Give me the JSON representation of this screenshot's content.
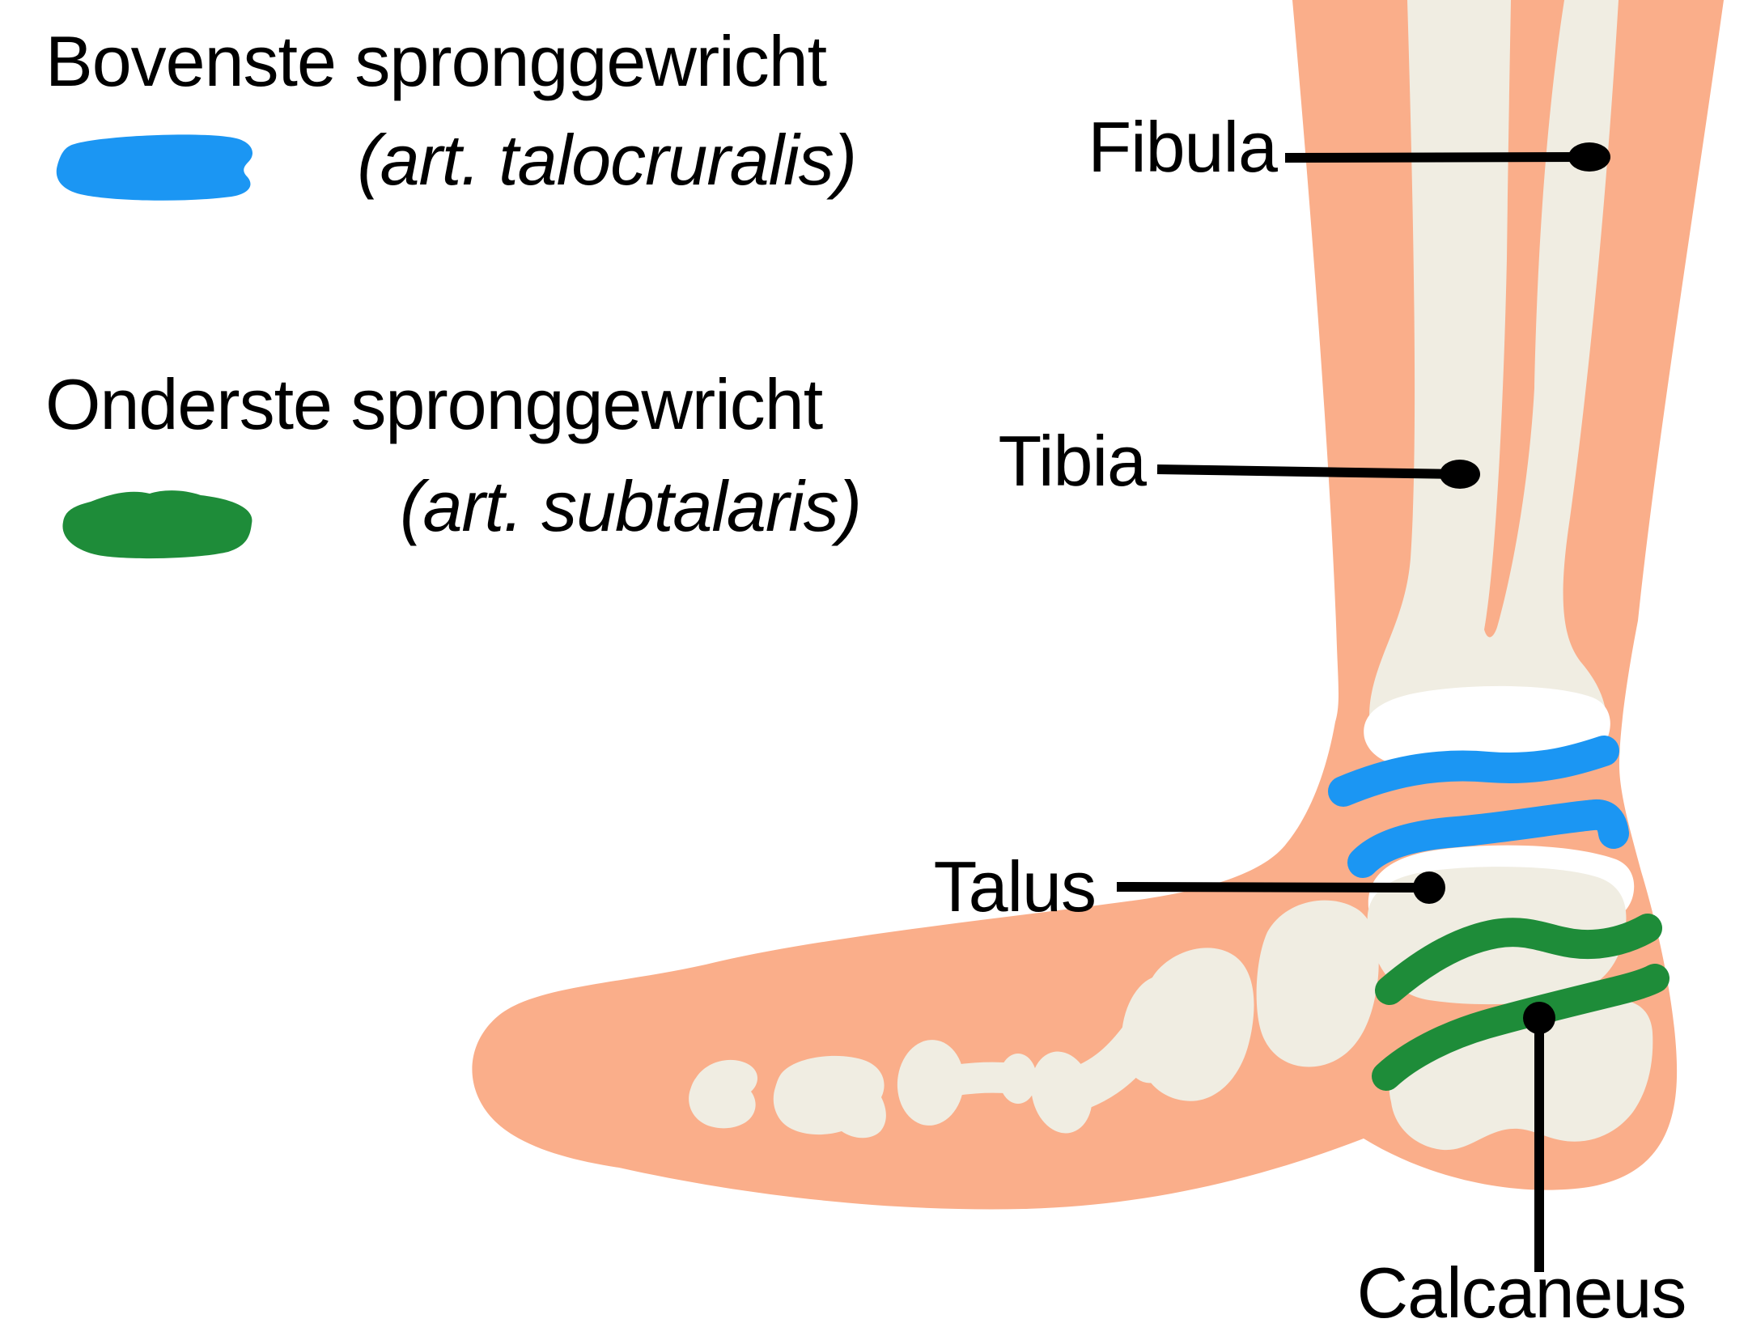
{
  "legend": {
    "items": [
      {
        "label": "Bovenste spronggewricht",
        "latin": "(art. talocruralis)",
        "marker_color": "#1B96F3",
        "marker": "blue-brush-swatch"
      },
      {
        "label": "Onderste spronggewricht",
        "latin": "(art. subtalaris)",
        "marker_color": "#1E8C39",
        "marker": "green-brush-swatch"
      }
    ]
  },
  "labels": {
    "fibula": "Fibula",
    "tibia": "Tibia",
    "talus": "Talus",
    "calcaneus": "Calcaneus"
  },
  "colors": {
    "skin": "#FAAE8A",
    "bone": "#F0EDE2",
    "joint_space_white": "#FFFFFF",
    "upper_joint_marker_blue": "#1B96F3",
    "lower_joint_marker_green": "#1E8C39",
    "annotation_black": "#000000",
    "background": "#FFFFFF"
  }
}
